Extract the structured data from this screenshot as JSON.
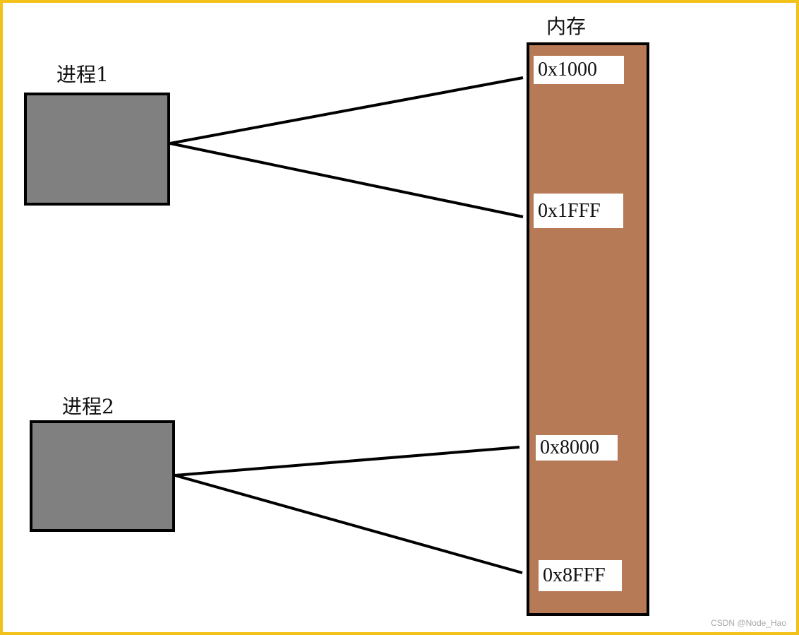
{
  "processes": [
    {
      "label": "进程1"
    },
    {
      "label": "进程2"
    }
  ],
  "memory": {
    "label": "内存",
    "addresses": [
      "0x1000",
      "0x1FFF",
      "0x8000",
      "0x8FFF"
    ]
  },
  "watermark": "CSDN @Node_Hao",
  "colors": {
    "frame": "#f2c21b",
    "process_fill": "#808080",
    "memory_fill": "#b67a56",
    "address_box": "#ffffff",
    "outline": "#000000"
  }
}
